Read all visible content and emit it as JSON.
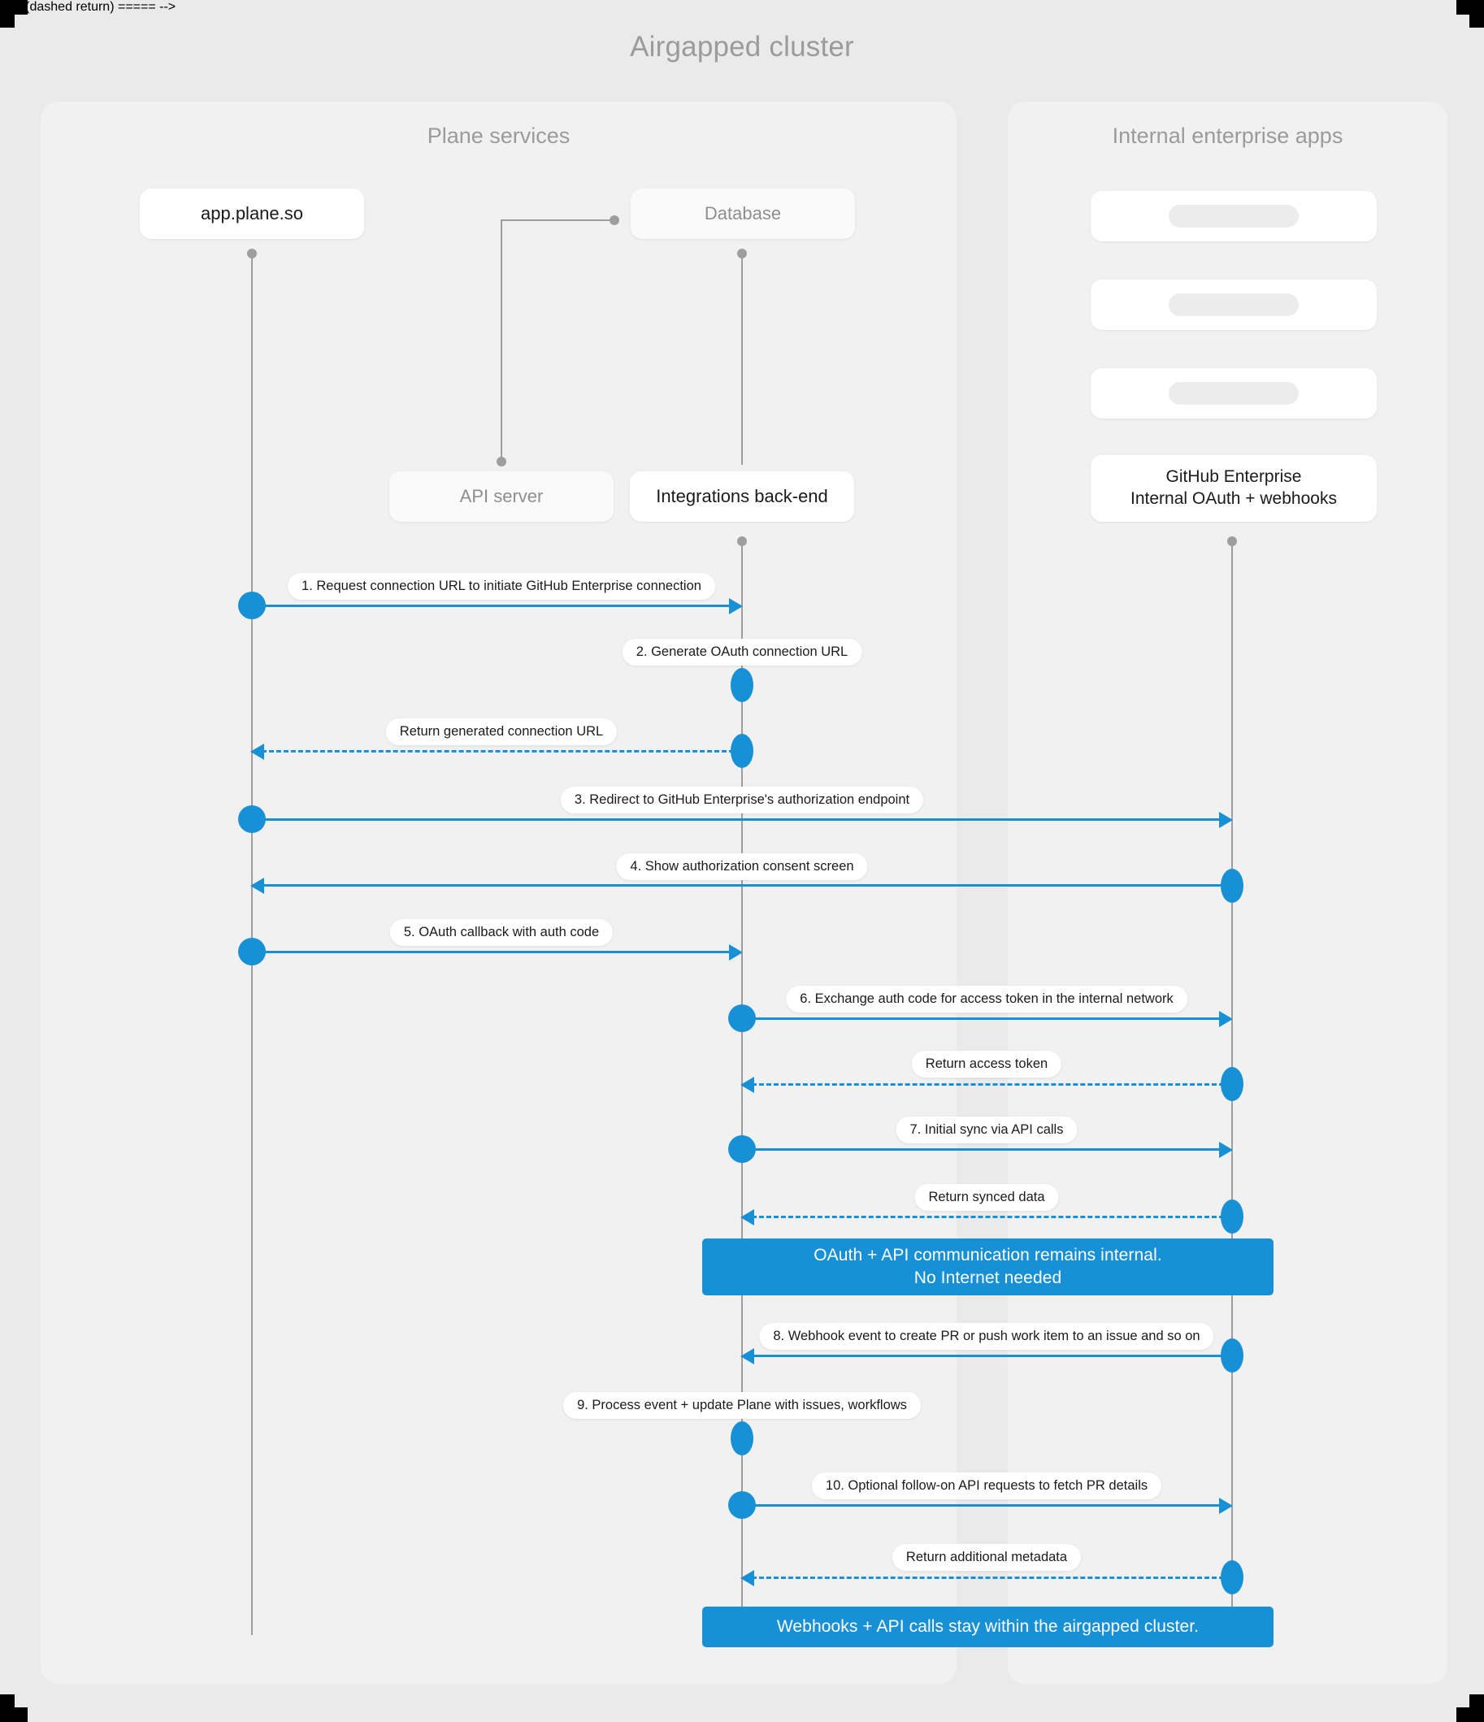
{
  "title": "Airgapped cluster",
  "colors": {
    "accent": "#1890D6",
    "canvas_bg": "#EAEAEA",
    "panel_bg": "#F1F1F1",
    "lifeline": "#9E9E9E",
    "muted_text": "#9B9B9B"
  },
  "panels": {
    "left": {
      "title": "Plane services"
    },
    "right": {
      "title": "Internal enterprise apps"
    }
  },
  "nodes": {
    "app": "app.plane.so",
    "database": "Database",
    "api_server": "API server",
    "integrations": "Integrations back-end",
    "github": "GitHub Enterprise\nInternal OAuth + webhooks",
    "github_line1": "GitHub Enterprise",
    "github_line2": "Internal OAuth + webhooks",
    "placeholder1": "",
    "placeholder2": "",
    "placeholder3": ""
  },
  "messages": [
    {
      "id": "m1",
      "label": "1. Request connection URL to initiate GitHub Enterprise connection"
    },
    {
      "id": "m2",
      "label": "2. Generate OAuth connection URL"
    },
    {
      "id": "m3",
      "label": "Return generated connection URL"
    },
    {
      "id": "m4",
      "label": "3. Redirect to GitHub Enterprise's authorization endpoint"
    },
    {
      "id": "m5",
      "label": "4. Show authorization consent screen"
    },
    {
      "id": "m6",
      "label": "5. OAuth callback with auth code"
    },
    {
      "id": "m7",
      "label": "6. Exchange auth code for access token in the internal network"
    },
    {
      "id": "m8",
      "label": "Return access token"
    },
    {
      "id": "m9",
      "label": "7. Initial sync via API calls"
    },
    {
      "id": "m10",
      "label": "Return synced data"
    },
    {
      "id": "m11",
      "label": "8. Webhook event to create PR  or push work item to an issue  and so on"
    },
    {
      "id": "m12",
      "label": "9. Process event + update Plane with issues, workflows"
    },
    {
      "id": "m13",
      "label": "10. Optional follow-on API requests to fetch PR details"
    },
    {
      "id": "m14",
      "label": "Return additional metadata"
    }
  ],
  "notes": [
    {
      "id": "n1",
      "line1": "OAuth + API communication remains internal.",
      "line2": "No Internet needed"
    },
    {
      "id": "n2",
      "line1": "Webhooks + API calls stay within the airgapped cluster.",
      "line2": ""
    }
  ]
}
